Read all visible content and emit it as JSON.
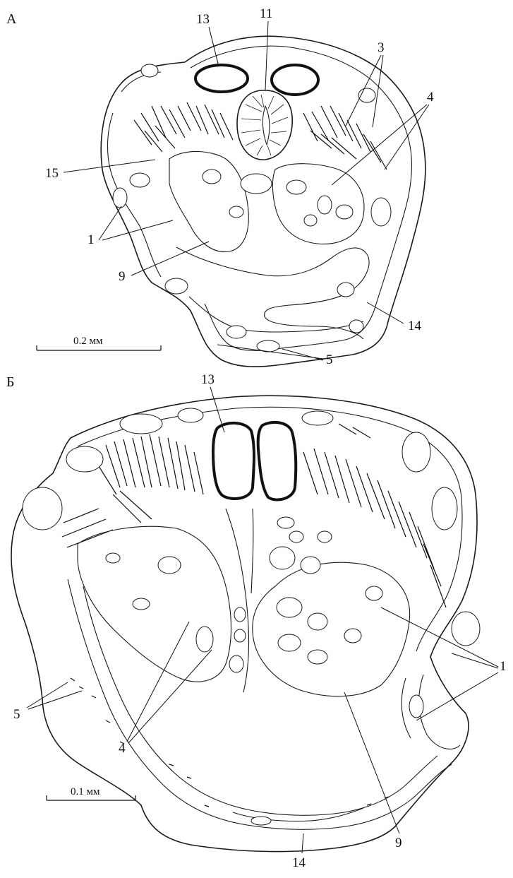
{
  "panels": [
    {
      "letter": "А",
      "scale_label": "0.2 мм",
      "labels": {
        "l13": "13",
        "l11": "11",
        "l3": "3",
        "l4": "4",
        "l15": "15",
        "l1": "1",
        "l9": "9",
        "l14": "14",
        "l5": "5"
      }
    },
    {
      "letter": "Б",
      "scale_label": "0.1 мм",
      "labels": {
        "l13": "13",
        "l1": "1",
        "l5": "5",
        "l4": "4",
        "l9": "9",
        "l14": "14"
      }
    }
  ],
  "colors": {
    "ink": "#111111",
    "background": "#ffffff"
  }
}
